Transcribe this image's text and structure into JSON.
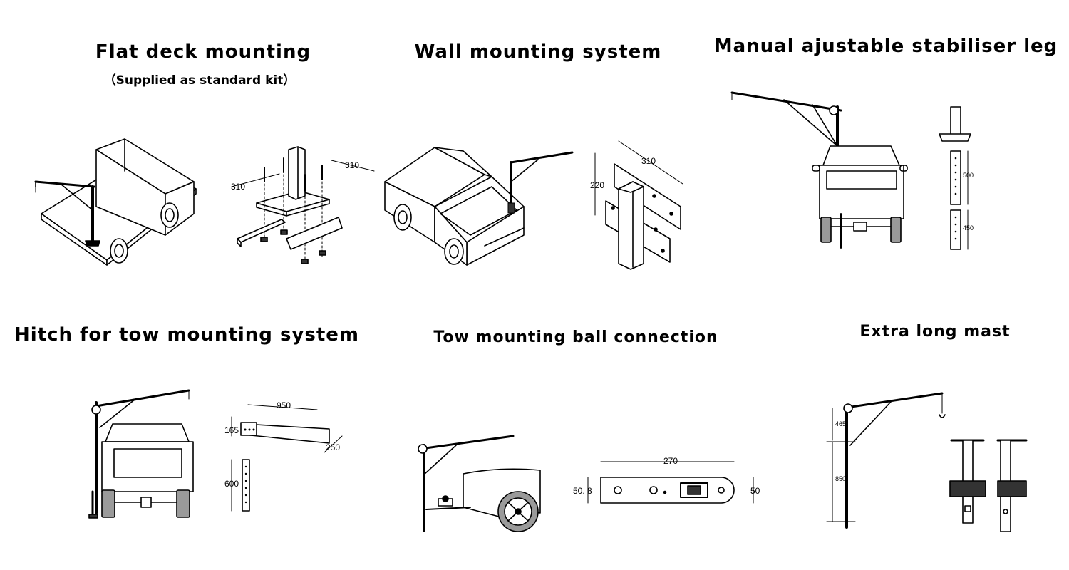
{
  "panels": {
    "flat_deck": {
      "title": "Flat deck mounting",
      "subtitle": "（Supplied as standard kit）",
      "dims": [
        "310",
        "310"
      ]
    },
    "wall": {
      "title": "Wall mounting system",
      "dims": [
        "310",
        "220"
      ]
    },
    "stabiliser": {
      "title": "Manual ajustable stabiliser leg",
      "dims": [
        "500",
        "450"
      ]
    },
    "hitch": {
      "title": "Hitch for tow mounting system",
      "dims": [
        "950",
        "165",
        "250",
        "600"
      ]
    },
    "tow_ball": {
      "title": "Tow mounting ball connection",
      "dims": [
        "270",
        "50. 8",
        "50"
      ]
    },
    "mast": {
      "title": "Extra long mast",
      "dims": [
        "465",
        "850"
      ]
    }
  },
  "colors": {
    "line": "#000000",
    "fill_light": "#ffffff",
    "fill_gray": "#9a9a9a",
    "fill_dark": "#333333"
  }
}
